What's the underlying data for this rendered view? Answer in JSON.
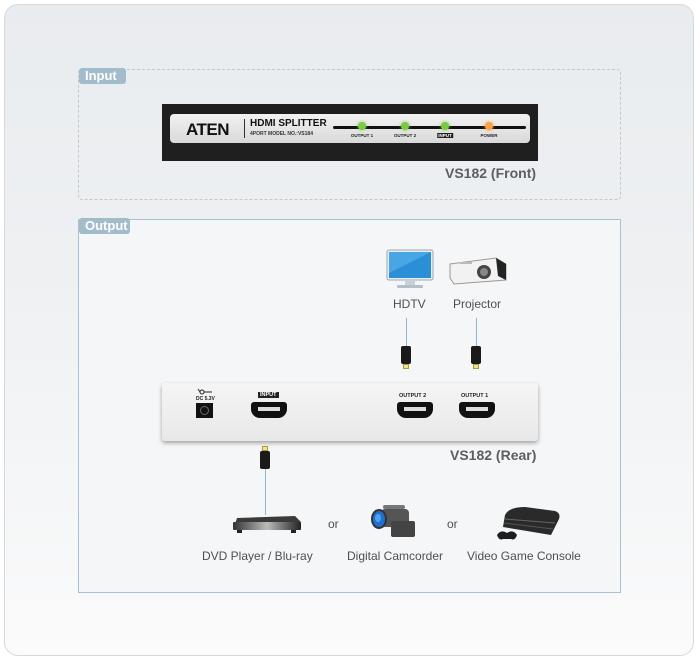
{
  "sections": {
    "input_label": "Input",
    "output_label": "Output"
  },
  "front_panel": {
    "brand": "ATEN",
    "product": "HDMI SPLITTER",
    "model": "4PORT  MODEL NO.:VS184",
    "leds": [
      {
        "label": "OUTPUT 1",
        "color": "#7ac943"
      },
      {
        "label": "OUTPUT 2",
        "color": "#7ac943"
      },
      {
        "label": "INPUT",
        "color": "#7ac943"
      },
      {
        "label": "POWER",
        "color": "#f7a343"
      }
    ],
    "caption": "VS182 (Front)"
  },
  "rear_panel": {
    "power_label": "DC 5.3V",
    "ports": [
      "INPUT",
      "OUTPUT 2",
      "OUTPUT 1"
    ],
    "caption": "VS182 (Rear)"
  },
  "outputs": [
    {
      "label": "HDTV",
      "icon": "hdtv-icon"
    },
    {
      "label": "Projector",
      "icon": "projector-icon"
    }
  ],
  "sources": [
    {
      "label": "DVD Player / Blu-ray",
      "icon": "dvd-player-icon"
    },
    {
      "label": "Digital Camcorder",
      "icon": "camcorder-icon"
    },
    {
      "label": "Video Game Console",
      "icon": "game-console-icon"
    }
  ],
  "connector_word": "or",
  "colors": {
    "tag_bg": "#a3bccb",
    "panel_border": "#a9c2cd",
    "cable": "#8fb8d0"
  }
}
